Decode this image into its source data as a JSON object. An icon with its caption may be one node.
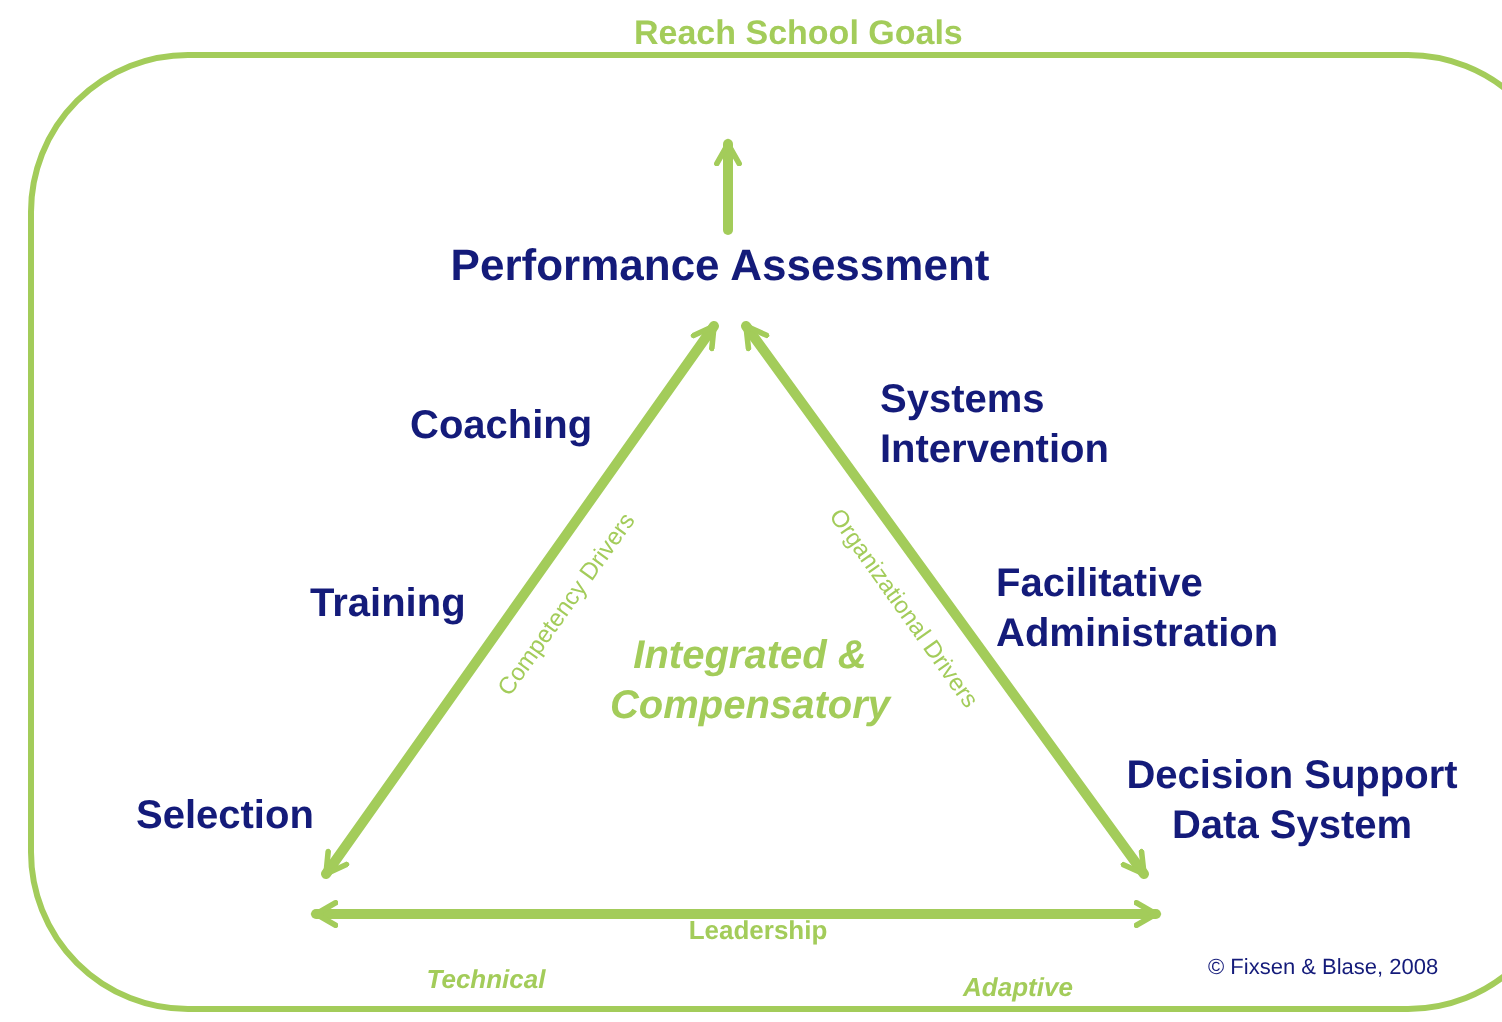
{
  "diagram": {
    "nodes": [
      {
        "text": [
          "Reach School Goals"
        ]
      },
      {
        "text": [
          "Performance Assessment"
        ],
        "in": 0
      },
      {
        "text": [
          "Technical"
        ],
        "in": 0
      },
      {
        "text": [
          "Adaptive"
        ],
        "in": 0
      }
    ],
    "edges": [
      {
        "from": 2,
        "to": 1,
        "arrow": "both",
        "label": "Competency Drivers"
      },
      {
        "from": 3,
        "to": 1,
        "arrow": "both",
        "label": "Organizational Drivers"
      },
      {
        "from": 2,
        "to": 3,
        "arrow": "both",
        "label": "Leadership"
      },
      {
        "from": 1,
        "to": null,
        "arrow": "to"
      }
    ],
    "labels": [
      "Coaching",
      "Systems Intervention",
      "Training",
      "Facilitative Administration",
      "Integrated & Compensatory",
      "Selection",
      "Decision Support Data System",
      "© Fixsen & Blase, 2008"
    ]
  }
}
